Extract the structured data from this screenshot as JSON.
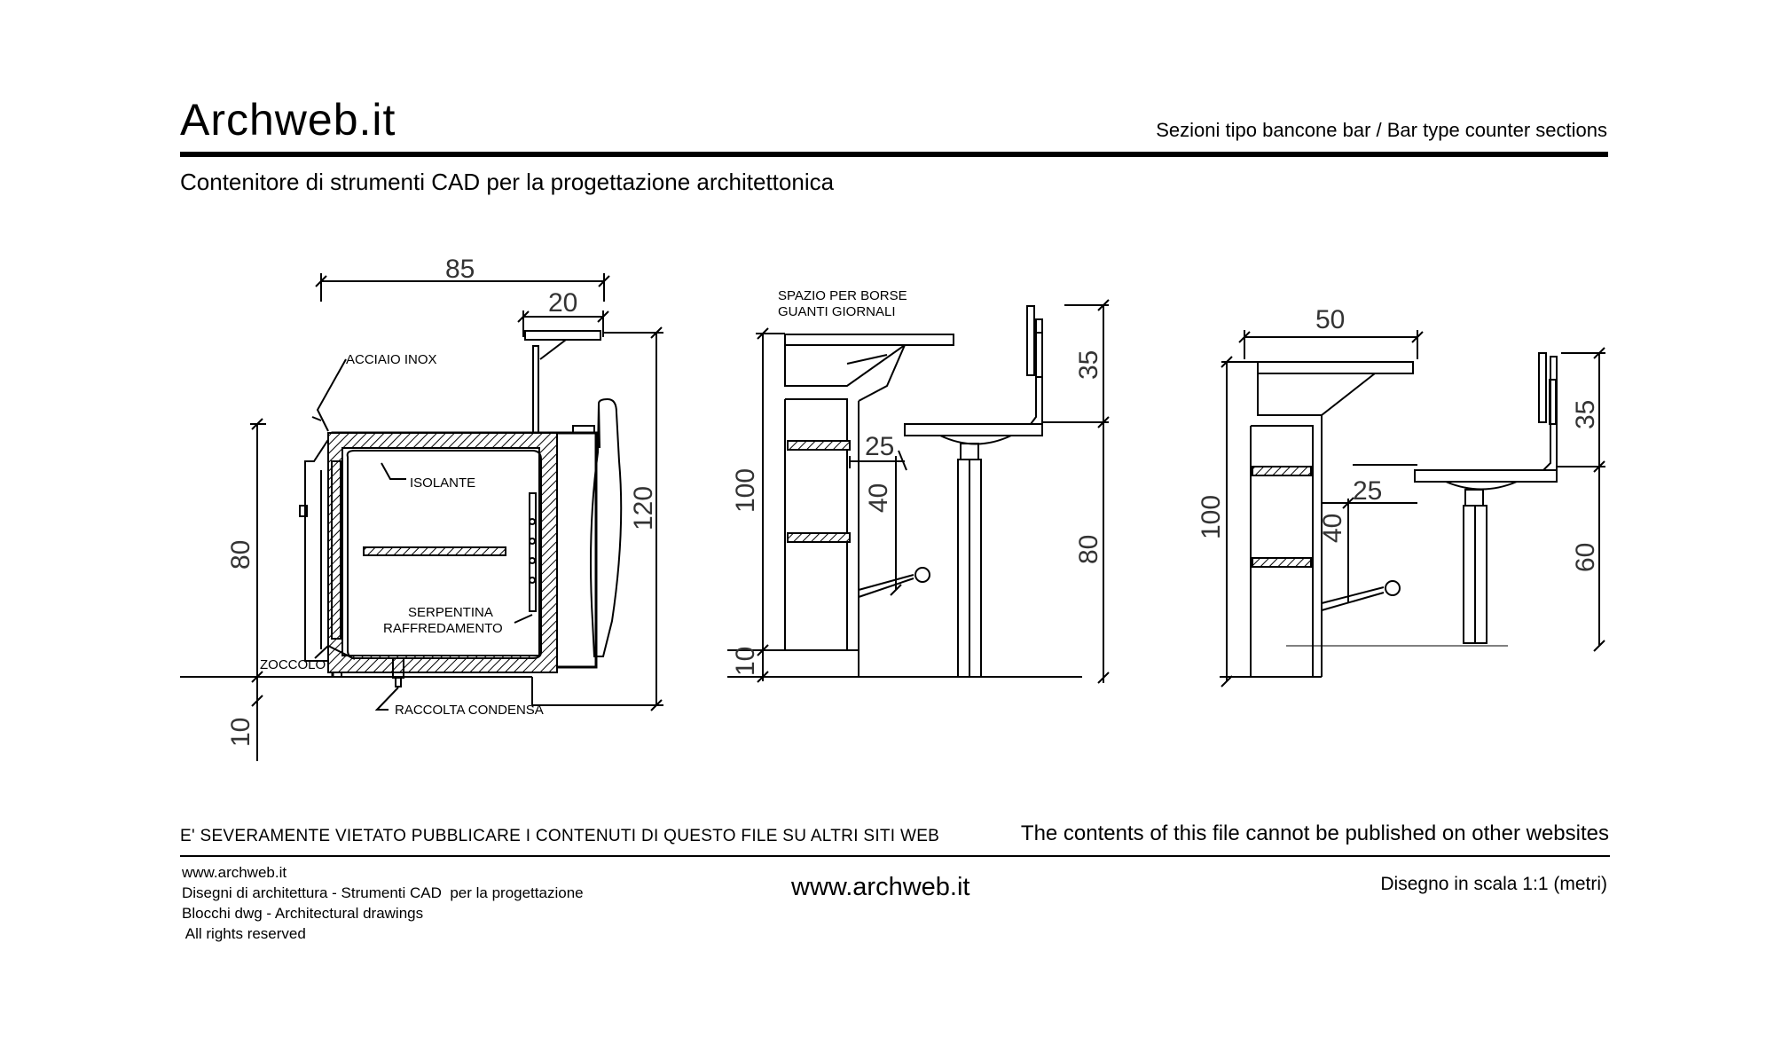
{
  "header": {
    "brand": "Archweb.it",
    "title_right": "Sezioni tipo bancone bar  /  Bar type counter sections",
    "subtitle": "Contenitore di strumenti CAD per la progettazione architettonica"
  },
  "drawing": {
    "section1": {
      "labels": {
        "steel": "ACCIAIO INOX",
        "insulation": "ISOLANTE",
        "coil_line1": "SERPENTINA",
        "coil_line2": "RAFFREDAMENTO",
        "plinth": "ZOCCOLO",
        "condensate": "RACCOLTA CONDENSA"
      },
      "dimensions": {
        "width_total": "85",
        "width_top": "20",
        "height": "80",
        "height_total": "120",
        "plinth_height": "10"
      }
    },
    "section2": {
      "labels": {
        "storage_line1": "SPAZIO PER BORSE",
        "storage_line2": "GUANTI GIORNALI"
      },
      "dimensions": {
        "counter_height": "100",
        "base_height": "10",
        "footrest_offset": "25",
        "footrest_height": "40",
        "backrest_height": "35",
        "seat_height": "80"
      }
    },
    "section3": {
      "dimensions": {
        "top_width": "50",
        "counter_height": "100",
        "footrest_offset": "25",
        "footrest_height": "40",
        "backrest_height": "35",
        "seat_height": "60"
      }
    }
  },
  "footer": {
    "warning_it": "E' SEVERAMENTE VIETATO PUBBLICARE I CONTENUTI DI QUESTO FILE SU ALTRI SITI WEB",
    "warning_en": "The contents of this file cannot be published on other websites",
    "left_lines": [
      "www.archweb.it",
      "Disegni di architettura - Strumenti CAD  per la progettazione",
      "Blocchi dwg - Architectural drawings",
      " All rights reserved"
    ],
    "center": "www.archweb.it",
    "right": "Disegno in scala 1:1 (metri)"
  }
}
